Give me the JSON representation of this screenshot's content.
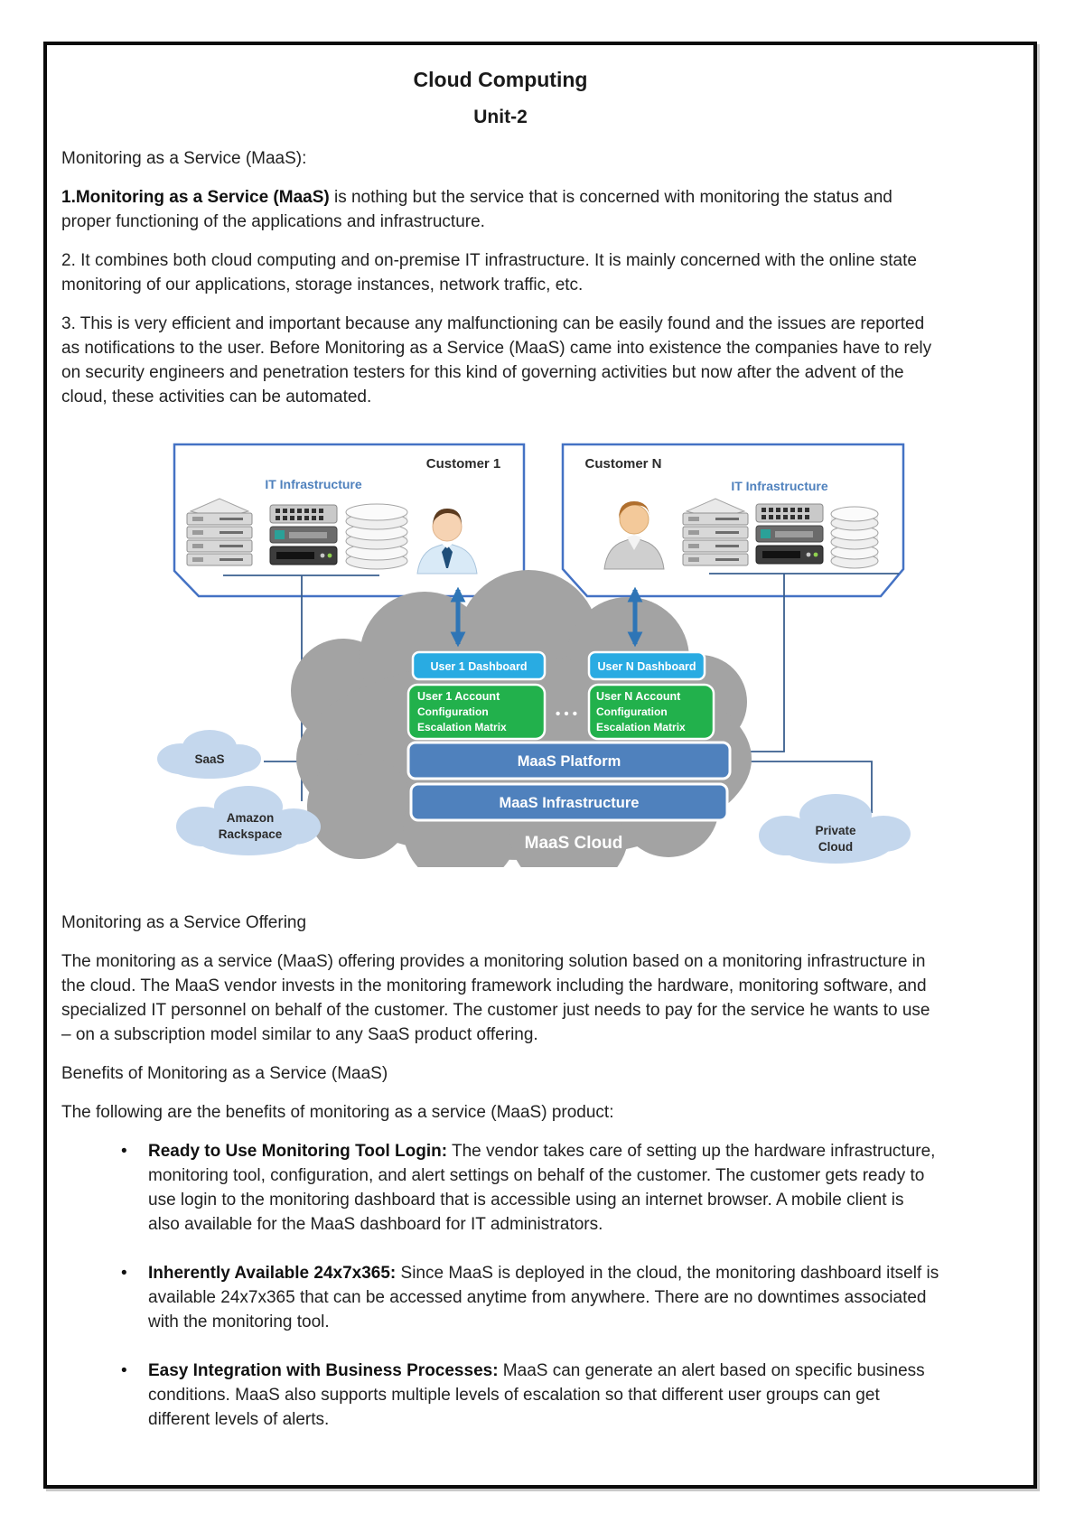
{
  "page": {
    "title": "Cloud Computing",
    "subtitle": "Unit-2"
  },
  "sections": {
    "intro_heading": "Monitoring as a Service (MaaS):",
    "p1_bold": "1.Monitoring as a Service (MaaS)",
    "p1_rest": " is nothing but the service that is concerned with monitoring the status and proper functioning of the applications and infrastructure.",
    "p2": "2. It combines both cloud computing and on-premise IT infrastructure. It is mainly concerned with the online state monitoring of our applications, storage instances, network traffic, etc.",
    "p3": "3. This is very efficient and important because any malfunctioning can be easily found and the issues are reported as notifications to the user. Before Monitoring as a Service (MaaS) came into existence the companies have to rely on security engineers and penetration testers for this kind of governing activities but now after the advent of the cloud, these activities can be automated.",
    "offering_heading": "Monitoring as a Service Offering",
    "offering_body": "The monitoring as a service (MaaS) offering provides a monitoring solution based on a monitoring infrastructure in the cloud. The MaaS vendor invests in the monitoring framework including the hardware, monitoring software, and specialized IT personnel on behalf of the customer. The customer just needs to pay for the service he wants to use – on a subscription model similar to any SaaS product offering.",
    "benefits_heading": "Benefits of Monitoring as a Service (MaaS)",
    "benefits_intro": "The following are the benefits of monitoring as a service (MaaS) product:"
  },
  "bullets": [
    {
      "bold": "Ready to Use Monitoring Tool Login:",
      "text": " The vendor takes care of setting up the hardware infrastructure, monitoring tool, configuration, and alert settings on behalf of the customer. The customer gets ready to use login to the monitoring dashboard that is accessible using an internet browser. A mobile client is also available for the MaaS dashboard for IT administrators."
    },
    {
      "bold": "Inherently Available 24x7x365:",
      "text": " Since MaaS is deployed in the cloud, the monitoring dashboard itself is available 24x7x365 that can be accessed anytime from anywhere. There are no downtimes associated with the monitoring tool."
    },
    {
      "bold": "Easy Integration with Business Processes:",
      "text": " MaaS can generate an alert based on specific business conditions. MaaS also supports multiple levels of escalation so that different user groups can get different levels of alerts."
    }
  ],
  "diagram": {
    "customer1": {
      "label": "Customer 1",
      "infra_label": "IT Infrastructure"
    },
    "customerN": {
      "label": "Customer N",
      "infra_label": "IT Infrastructure"
    },
    "dashboard1": "User 1 Dashboard",
    "dashboardN": "User N Dashboard",
    "account1": {
      "line1": "User 1 Account",
      "line2": "Configuration",
      "line3": "Escalation Matrix"
    },
    "accountN": {
      "line1": "User N Account",
      "line2": "Configuration",
      "line3": "Escalation Matrix"
    },
    "dots": "• • •",
    "platform": "MaaS Platform",
    "infrastructure": "MaaS Infrastructure",
    "cloud_label": "MaaS Cloud",
    "saas": "SaaS",
    "amazon_line1": "Amazon",
    "amazon_line2": "Rackspace",
    "private_line1": "Private",
    "private_line2": "Cloud",
    "colors": {
      "dashboard_blue": "#29ABE2",
      "account_green": "#22B14C",
      "maas_blue": "#4F81BD",
      "cloud_gray": "#A3A3A3",
      "light_cloud_blue": "#C4D7ED",
      "connector_blue": "#2E75B6",
      "thin_line_blue": "#3A5F8F",
      "box_border_blue": "#4472C4",
      "infra_label_blue": "#4F81BD"
    }
  }
}
